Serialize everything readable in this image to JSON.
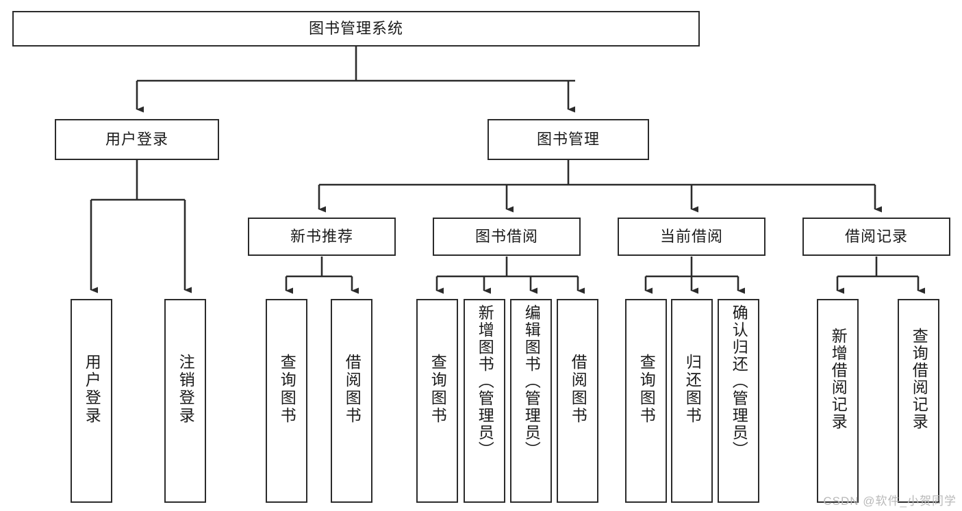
{
  "diagram": {
    "title": "图书管理系统",
    "type": "hierarchy-tree",
    "watermark": "CSDN @软件_小贺同学",
    "colors": {
      "border": "#2b2b2b",
      "fill": "#ffffff",
      "text": "#1b1b1b",
      "watermark": "#b9b9b9"
    },
    "root": {
      "label": "图书管理系统"
    },
    "level2": [
      {
        "label": "用户登录"
      },
      {
        "label": "图书管理"
      }
    ],
    "level3": [
      {
        "label": "新书推荐"
      },
      {
        "label": "图书借阅"
      },
      {
        "label": "当前借阅"
      },
      {
        "label": "借阅记录"
      }
    ],
    "leaves": {
      "user_login": [
        {
          "label": "用户登录"
        },
        {
          "label": "注销登录"
        }
      ],
      "new_book_recommend": [
        {
          "label": "查询图书"
        },
        {
          "label": "借阅图书"
        }
      ],
      "book_borrow": [
        {
          "label": "查询图书"
        },
        {
          "label": "新增图书（管理员）"
        },
        {
          "label": "编辑图书（管理员）"
        },
        {
          "label": "借阅图书"
        }
      ],
      "current_borrow": [
        {
          "label": "查询图书"
        },
        {
          "label": "归还图书"
        },
        {
          "label": "确认归还（管理员）"
        }
      ],
      "borrow_record": [
        {
          "label": "新增借阅记录"
        },
        {
          "label": "查询借阅记录"
        }
      ]
    }
  }
}
